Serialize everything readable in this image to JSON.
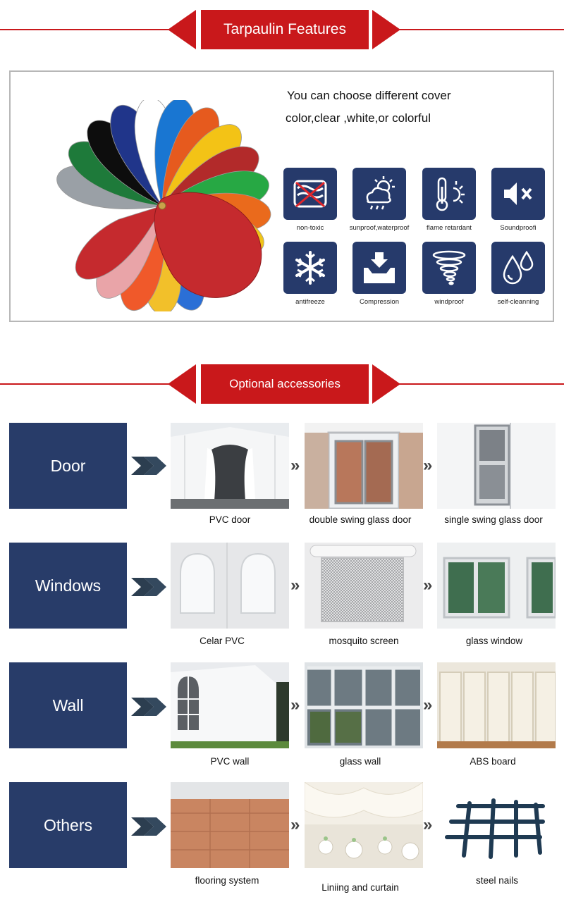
{
  "sections": {
    "features_title": "Tarpaulin Features",
    "accessories_title": "Optional accessories"
  },
  "features": {
    "intro_line1": "You can choose different cover",
    "intro_line2": "color,clear ,white,or colorful",
    "items": [
      {
        "label": "non-toxic",
        "icon": "non-toxic-icon"
      },
      {
        "label": "sunproof,waterproof",
        "icon": "sun-cloud-rain-icon"
      },
      {
        "label": "flame retardant",
        "icon": "thermometer-sun-icon"
      },
      {
        "label": "Soundproofi",
        "icon": "speaker-mute-icon"
      },
      {
        "label": "antifreeze",
        "icon": "snowflake-icon"
      },
      {
        "label": "Compression",
        "icon": "compression-icon"
      },
      {
        "label": "windproof",
        "icon": "tornado-icon"
      },
      {
        "label": "self-cleanning",
        "icon": "water-drops-icon"
      }
    ],
    "swatch_colors": [
      "#9aa0a6",
      "#1e7a3a",
      "#0d0d0d",
      "#20358a",
      "#ffffff",
      "#1976d2",
      "#e65a1e",
      "#f3c316",
      "#b22a2a",
      "#27a844",
      "#ea6a1c",
      "#f0c419",
      "#1a1a1a",
      "#ffffff",
      "#2b6fd6",
      "#f2c02a",
      "#f0592a",
      "#e9a4a8",
      "#c52a2e"
    ]
  },
  "accessories": [
    {
      "category": "Door",
      "options": [
        "PVC door",
        "double swing glass door",
        "single swing glass door"
      ]
    },
    {
      "category": "Windows",
      "options": [
        "Celar PVC",
        "mosquito screen",
        "glass window"
      ]
    },
    {
      "category": "Wall",
      "options": [
        "PVC wall",
        "glass wall",
        "ABS board"
      ]
    },
    {
      "category": "Others",
      "options": [
        "flooring system",
        "Liniing and curtain",
        "steel nails"
      ]
    }
  ]
}
